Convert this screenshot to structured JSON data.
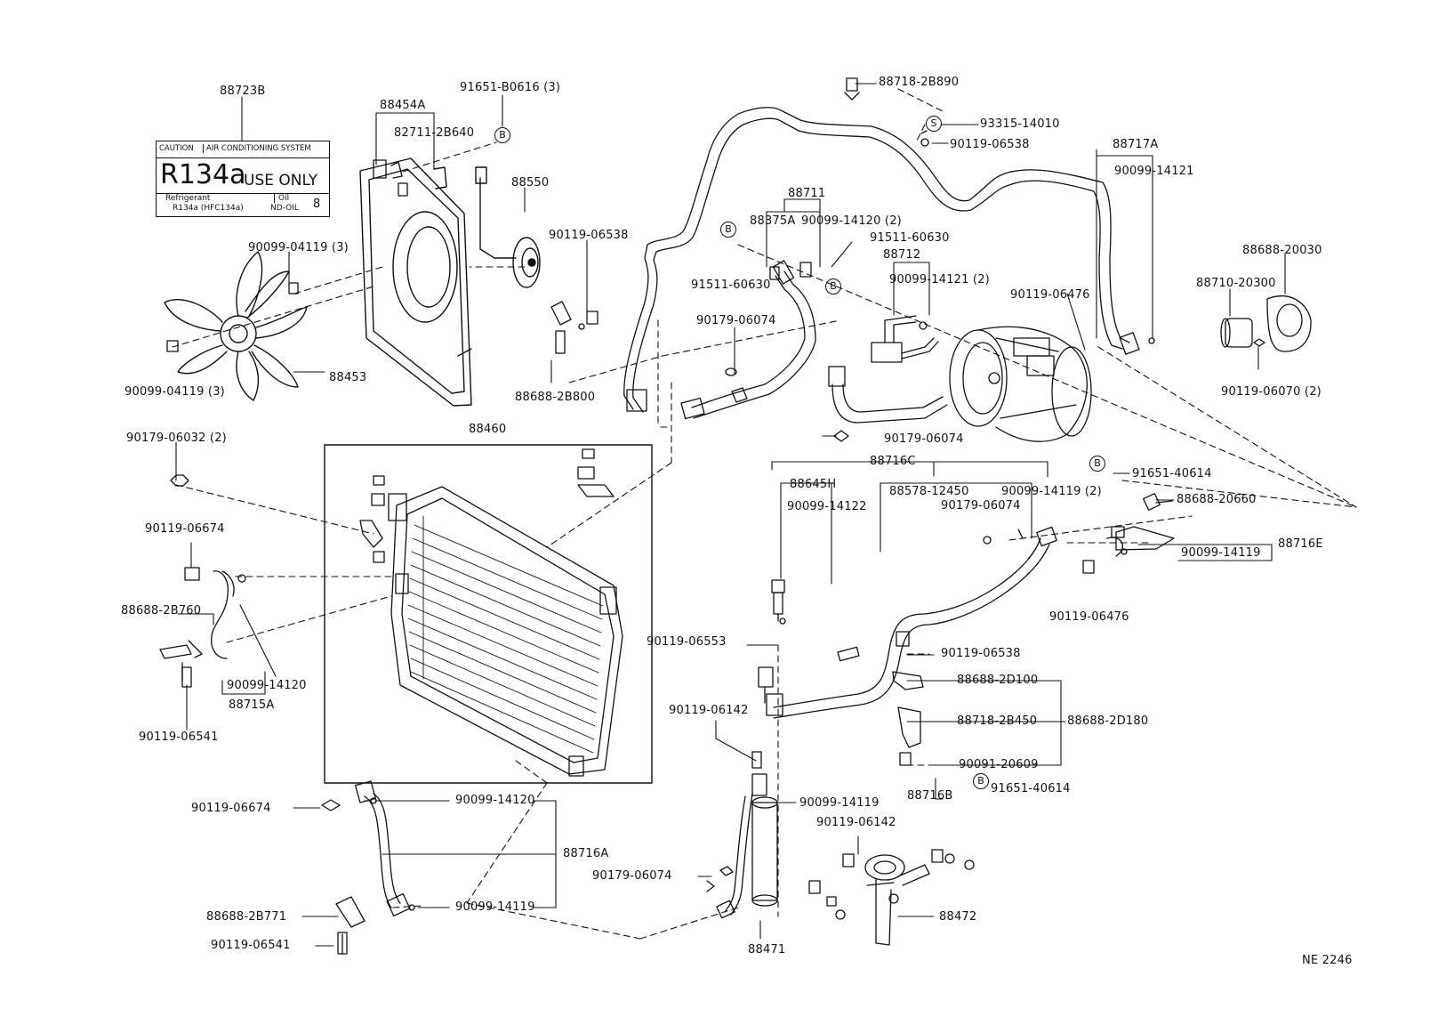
{
  "diagram_id": "NE 2246",
  "label_card": {
    "caution": "CAUTION",
    "system": "AIR CONDITIONING SYSTEM",
    "refrigerant_big": "R134a",
    "use_only": "USE ONLY",
    "refrigerant_label": "Refrigerant",
    "refrigerant_value": "R134a (HFC134a)",
    "oil_label": "Oil",
    "oil_value": "ND-OIL",
    "oil_number": "8"
  },
  "circle_letters": {
    "b": "B",
    "s": "S"
  },
  "part_labels": [
    "88723B",
    "88454A",
    "91651-B0616 (3)",
    "82711-2B640",
    "88550",
    "90119-06538",
    "90099-04119 (3)",
    "90099-04119 (3)",
    "88453",
    "88688-2B800",
    "88718-2B890",
    "93315-14010",
    "90119-06538",
    "88717A",
    "90099-14121",
    "88711",
    "88375A",
    "90099-14120 (2)",
    "91511-60630",
    "88712",
    "90099-14121 (2)",
    "91511-60630",
    "90179-06074",
    "90119-06476",
    "88710-20300",
    "88688-20030",
    "90119-06070 (2)",
    "90179-06074",
    "88460",
    "90179-06032 (2)",
    "90119-06674",
    "88688-2B760",
    "90099-14120",
    "88715A",
    "90119-06541",
    "88716C",
    "88645H",
    "90099-14122",
    "88578-12450",
    "90179-06074",
    "90099-14119 (2)",
    "91651-40614",
    "88688-20660",
    "88716E",
    "90099-14119",
    "90119-06476",
    "90119-06553",
    "90119-06538",
    "88688-2D100",
    "88718-2B450",
    "88688-2D180",
    "90091-20609",
    "91651-40614",
    "90119-06142",
    "90099-14119",
    "88716B",
    "90119-06142",
    "90119-06674",
    "90099-14120",
    "88716A",
    "88688-2B771",
    "90099-14119",
    "90119-06541",
    "90179-06074",
    "88471",
    "88472"
  ]
}
